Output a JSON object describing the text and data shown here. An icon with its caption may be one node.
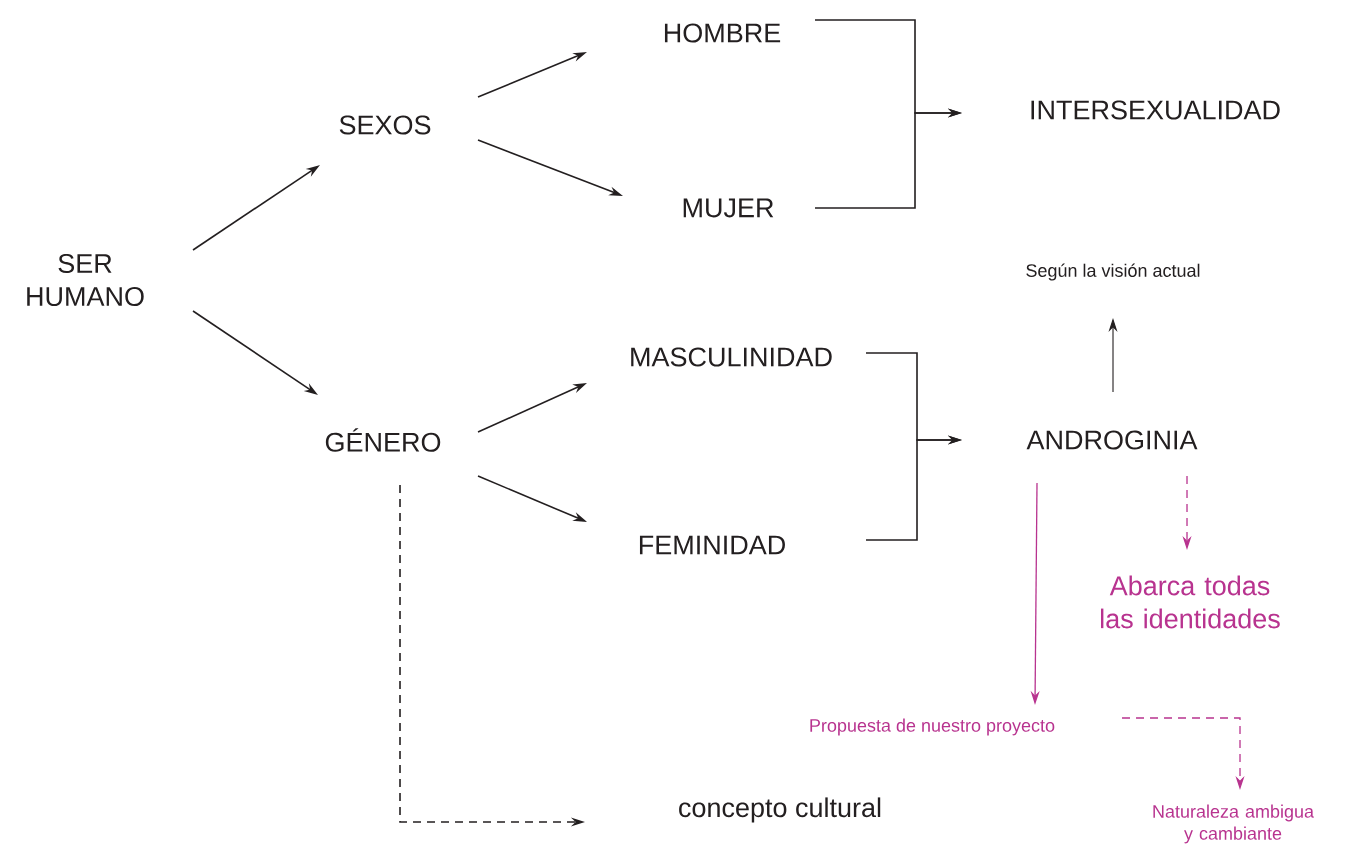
{
  "diagram": {
    "nodes": [
      {
        "text": [
          "SER HUMANO"
        ]
      },
      {
        "text": [
          "SEXOS"
        ]
      },
      {
        "text": [
          "GÉNERO"
        ]
      },
      {
        "text": [
          "HOMBRE"
        ]
      },
      {
        "text": [
          "MUJER"
        ]
      },
      {
        "text": [
          "INTERSEXUALIDAD"
        ]
      },
      {
        "text": [
          "MASCULINIDAD"
        ]
      },
      {
        "text": [
          "FEMINIDAD"
        ]
      },
      {
        "text": [
          "ANDROGINIA"
        ]
      },
      {
        "text": [
          "Según la visión actual"
        ]
      },
      {
        "text": [
          "Abarca todas las identidades"
        ]
      },
      {
        "text": [
          "Propuesta de nuestro proyecto"
        ]
      },
      {
        "text": [
          "Naturaleza ambigua y cambiante"
        ]
      },
      {
        "text": [
          "concepto cultural"
        ]
      }
    ],
    "edges": [
      {
        "from": 0,
        "to": 1,
        "arrow": "to"
      },
      {
        "from": 0,
        "to": 2,
        "arrow": "to"
      },
      {
        "from": 1,
        "to": 3,
        "arrow": "to"
      },
      {
        "from": 1,
        "to": 4,
        "arrow": "to"
      },
      {
        "from": 3,
        "to": 5,
        "arrow": "to"
      },
      {
        "from": 4,
        "to": 5,
        "arrow": "to"
      },
      {
        "from": 2,
        "to": 6,
        "arrow": "to"
      },
      {
        "from": 2,
        "to": 7,
        "arrow": "to"
      },
      {
        "from": 6,
        "to": 8,
        "arrow": "to"
      },
      {
        "from": 7,
        "to": 8,
        "arrow": "to"
      },
      {
        "from": 8,
        "to": 9,
        "arrow": "to"
      },
      {
        "from": 8,
        "to": 10,
        "arrow": "to",
        "style": "dashed",
        "color": "#b8338f"
      },
      {
        "from": 8,
        "to": 11,
        "arrow": "to",
        "color": "#b8338f"
      },
      {
        "from": 11,
        "to": 12,
        "arrow": "to",
        "style": "dashed",
        "color": "#b8338f"
      },
      {
        "from": 2,
        "to": 13,
        "arrow": "to",
        "style": "dashed"
      }
    ]
  }
}
